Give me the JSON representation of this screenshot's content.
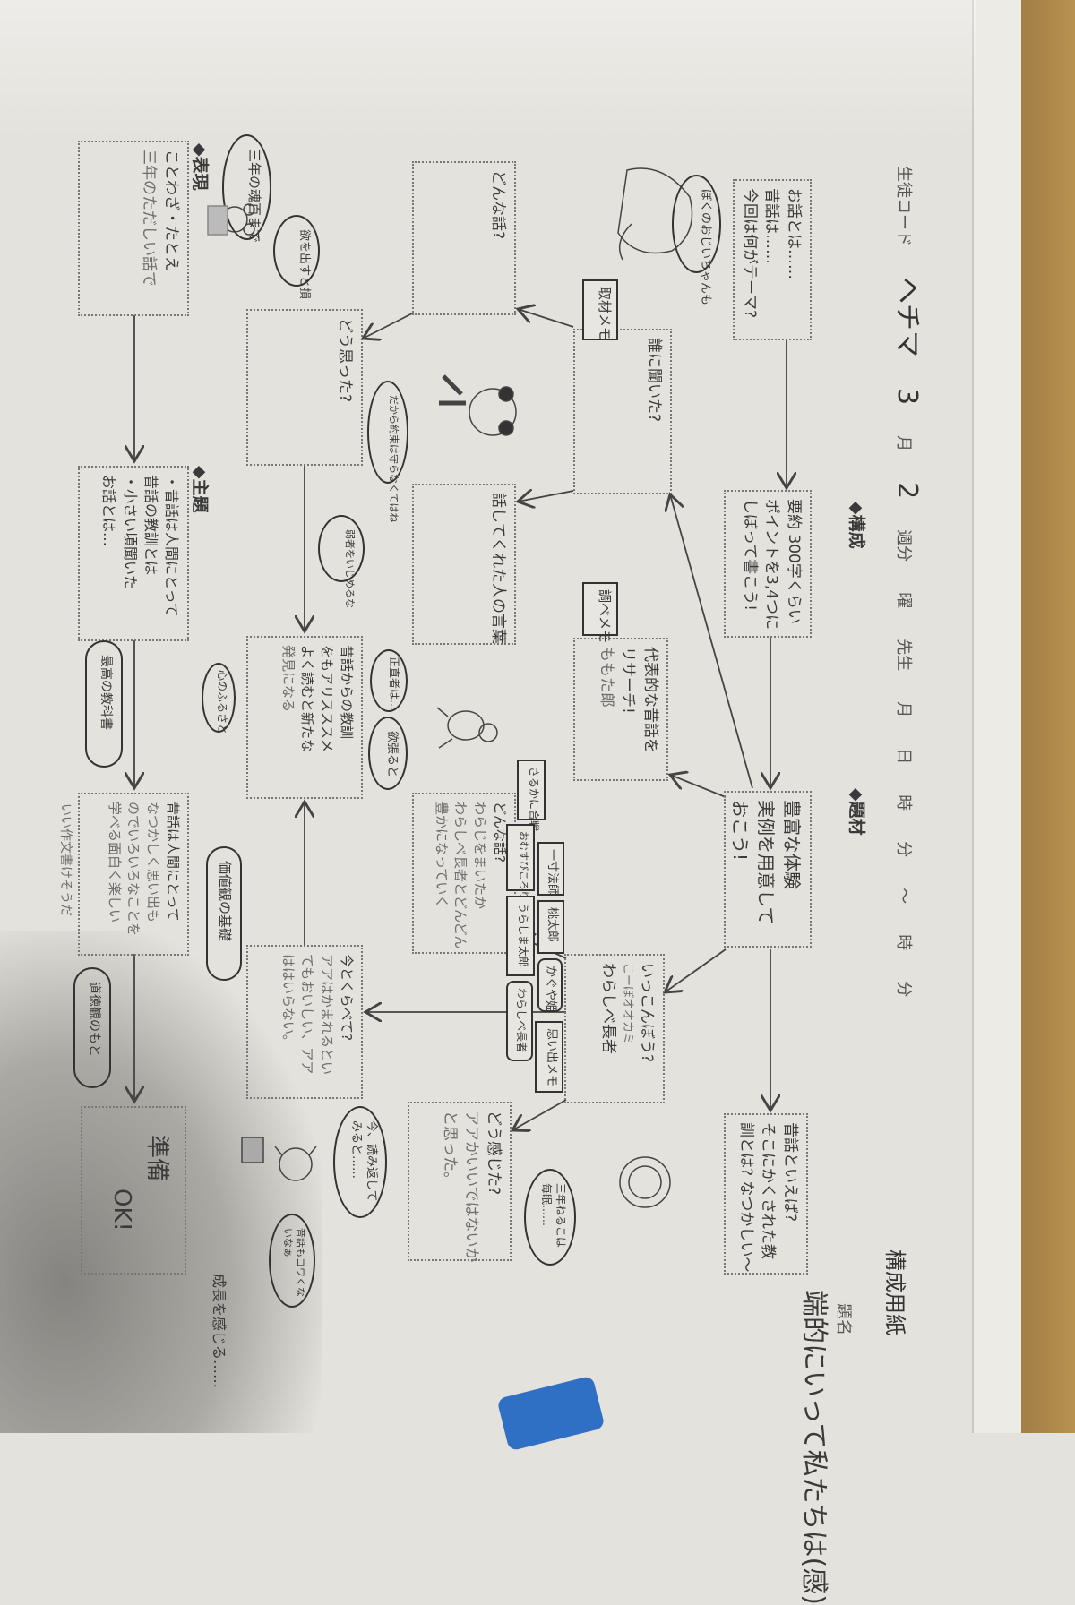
{
  "header": {
    "student_code_label": "生徒コード",
    "student_code": "ヘチマ",
    "month": "3",
    "month_label": "月",
    "week": "2",
    "week_label": "週分",
    "day_label": "曜",
    "teacher_label": "先生",
    "date_month": "月",
    "date_day": "日",
    "time_h": "時",
    "time_m": "分",
    "tilde": "〜",
    "time_h2": "時",
    "time_m2": "分"
  },
  "form_title": "構成用紙",
  "title_label": "題名",
  "title_value": "端的にいって私たちは(感)",
  "sections": {
    "kousei": "◆構成",
    "daizai": "◆題材",
    "hyougen": "◆表現",
    "shudai": "◆主題"
  },
  "boxes": {
    "intro": [
      "お話とは……",
      "昔話は……",
      "今回は何がテーマ?"
    ],
    "kousei": [
      "要約 300字くらい",
      "ポイントを3,4つに",
      "しぼって書こう!"
    ],
    "daizai": [
      "豊富な体験",
      "実例を用意して",
      "おこう!"
    ],
    "mukashi": [
      "昔話といえば?",
      "そこにかくされた教",
      "訓とは? なつかしい〜"
    ],
    "dare": [
      "誰に聞いた?"
    ],
    "research": [
      "代表的な昔話を",
      "リサーチ!",
      "ももた郎"
    ],
    "donna1": [
      "どんな話?"
    ],
    "kotoba": [
      "話してくれた人の言葉"
    ],
    "douomotta": [
      "どう思った?"
    ],
    "kyoukun": [
      "昔話からの教訓",
      "をもアリスススメ",
      "よく読むと新たな",
      "発見になる"
    ],
    "donna2": [
      "どんな話?",
      "わらじをまいたか",
      "わらしべ長者とどんどん",
      "豊かになっていく"
    ],
    "ikkon": [
      "いっこんぼう?",
      "こーぼオオカミ",
      "わらしべ長者"
    ],
    "ima": [
      "今とくらべて?",
      "アアはかまれるとい",
      "てもおいしい、アア",
      "ははいらない。"
    ],
    "doukanjita": [
      "どう感じた?",
      "アアかいいではないか",
      "と思った。"
    ],
    "hyougen": [
      "ことわざ・たとえ",
      "三年のただしい話で"
    ],
    "shudai": [
      "・昔話は人間にとって",
      "昔話の教訓とは",
      "・小さい頃聞いた",
      "お話とは…"
    ],
    "matome": [
      "昔話は人間にとって",
      "なつかしく思い出も",
      "のでいろいろなことを",
      "学べる面白く楽しい"
    ],
    "junbi": [
      "準備",
      "OK!"
    ]
  },
  "tags": {
    "shuzai": "取材メモ",
    "shirabe": "調べメモ",
    "saru": "さるかに合戦",
    "issun": "一寸法師",
    "momo": "桃太郎",
    "omusubi": "おむすびころりん",
    "urashima": "うらしま太郎",
    "kaguya": "かぐや姫",
    "warashibe": "わらしべ長者",
    "omoide": "思い出メモ"
  },
  "bubbles": {
    "ojiichan": "ぼくのおじいちゃんも",
    "sannen": "三年の魂百まで",
    "yoku": "欲を出すと損",
    "yakusoku": "だから約束は守らなくてはね",
    "jakusha": "弱者をいじめるな",
    "shoujiki": "正直者は…",
    "yokubari": "欲張ると",
    "kokoro": "心のふるさと",
    "kachikan": "価値観の基礎",
    "kyoukasho": "最高の教科書",
    "doutoku": "道徳観のもと",
    "yomikaeshi": "今、読み返してみると……",
    "kowaku": "昔話もコワくないなぁ",
    "neru": "三年ねるこは毎眠……"
  },
  "notes": {
    "seichou": "成長を感じる……",
    "iisakubun": "いい作文書けそうだ"
  }
}
